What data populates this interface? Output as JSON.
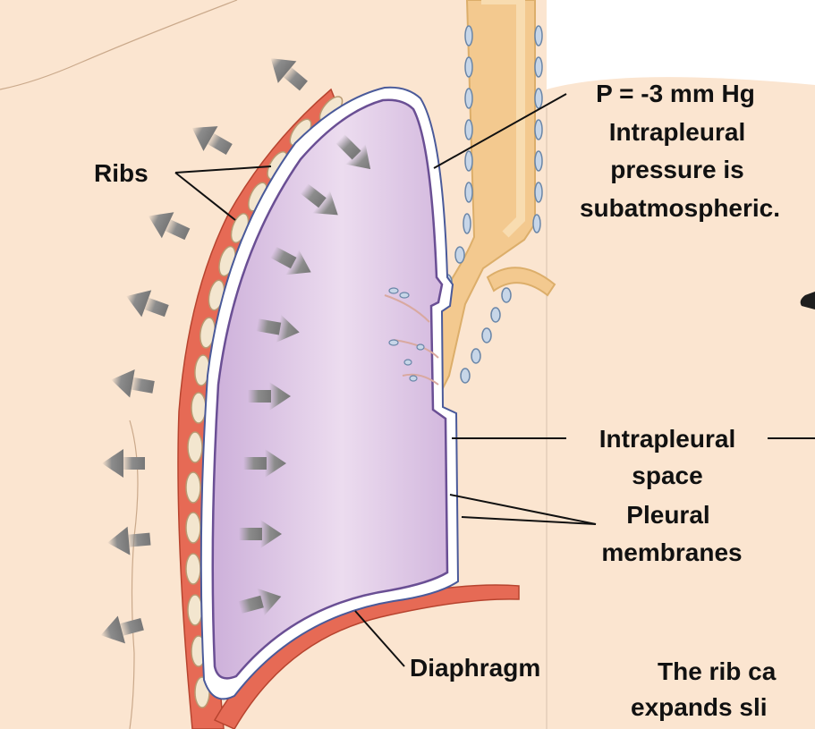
{
  "labels": {
    "ribs": "Ribs",
    "pressure_line1": "P = -3 mm Hg",
    "pressure_line2": "Intrapleural",
    "pressure_line3": "pressure is",
    "pressure_line4": "subatmospheric.",
    "space_line1": "Intrapleural",
    "space_line2": "space",
    "pleural_line1": "Pleural",
    "pleural_line2": "membranes",
    "diaphragm": "Diaphragm",
    "cut_line1": "The rib ca",
    "cut_line2": "expands sli"
  },
  "colors": {
    "skin": "#fbe5d0",
    "trachea": "#f3c98f",
    "lung": "#d8bfe0",
    "lung_edge": "#6a4f94",
    "pleura": "#ffffff",
    "muscle": "#e66a55",
    "rib": "#f3e6cf",
    "arrow": "#8c8c8c",
    "cartilage": "#b6c8de"
  },
  "icons": {
    "outward_arrow": "arrow-up-left-icon",
    "inward_arrow": "arrow-down-right-icon"
  }
}
